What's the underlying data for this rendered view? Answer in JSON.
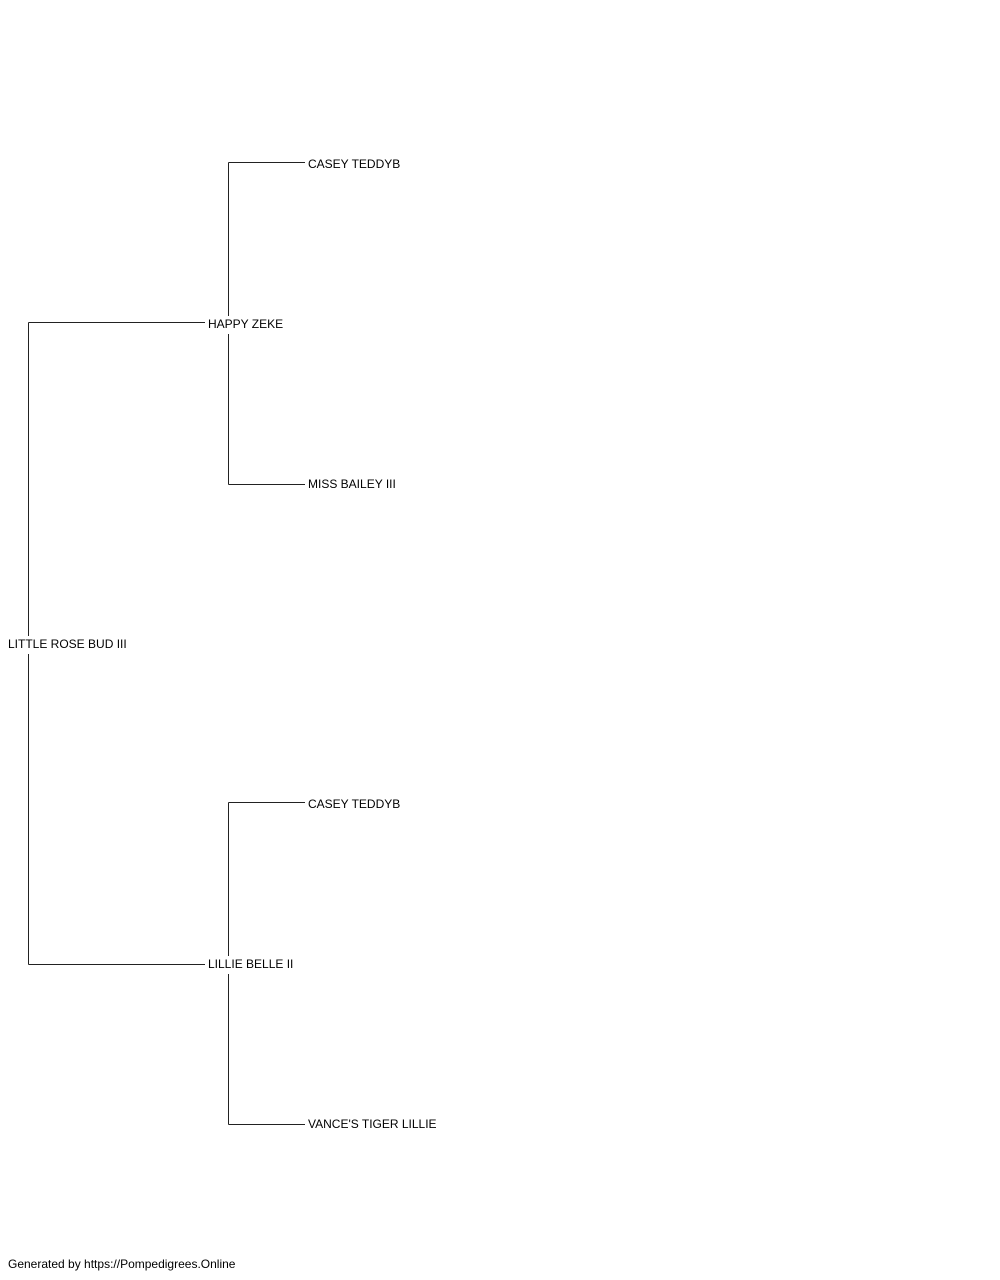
{
  "pedigree": {
    "subject": "LITTLE ROSE BUD III",
    "sire": {
      "name": "HAPPY ZEKE",
      "sire": "CASEY TEDDYB",
      "dam": "MISS BAILEY III"
    },
    "dam": {
      "name": "LILLIE BELLE II",
      "sire": "CASEY TEDDYB",
      "dam": "VANCE'S TIGER LILLIE"
    }
  },
  "footer": {
    "text": "Generated by https://Pompedigrees.Online"
  },
  "colors": {
    "line": "#222222",
    "text": "#000000",
    "background": "#ffffff"
  }
}
